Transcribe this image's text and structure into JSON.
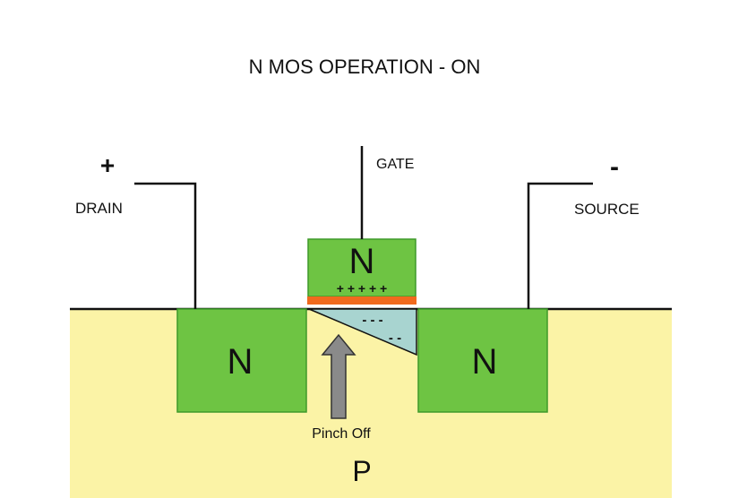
{
  "title": "N MOS OPERATION - ON",
  "drain": {
    "polarity": "+",
    "label": "DRAIN"
  },
  "source": {
    "polarity": "-",
    "label": "SOURCE"
  },
  "gate": {
    "label": "GATE",
    "type": "N",
    "charges": "+ + + + +"
  },
  "drain_region": {
    "type": "N"
  },
  "source_region": {
    "type": "N"
  },
  "substrate": {
    "type": "P"
  },
  "channel": {
    "charges_top": "- - -",
    "charges_bottom": "- -"
  },
  "pinch_off": {
    "label": "Pinch Off"
  },
  "colors": {
    "substrate": "#fbf3a6",
    "n_region": "#6ec443",
    "n_region_border": "#3e9a2a",
    "oxide": "#f06a1e",
    "channel": "#a8d4d0",
    "arrow": "#8a8a8a",
    "wire": "#111111"
  }
}
